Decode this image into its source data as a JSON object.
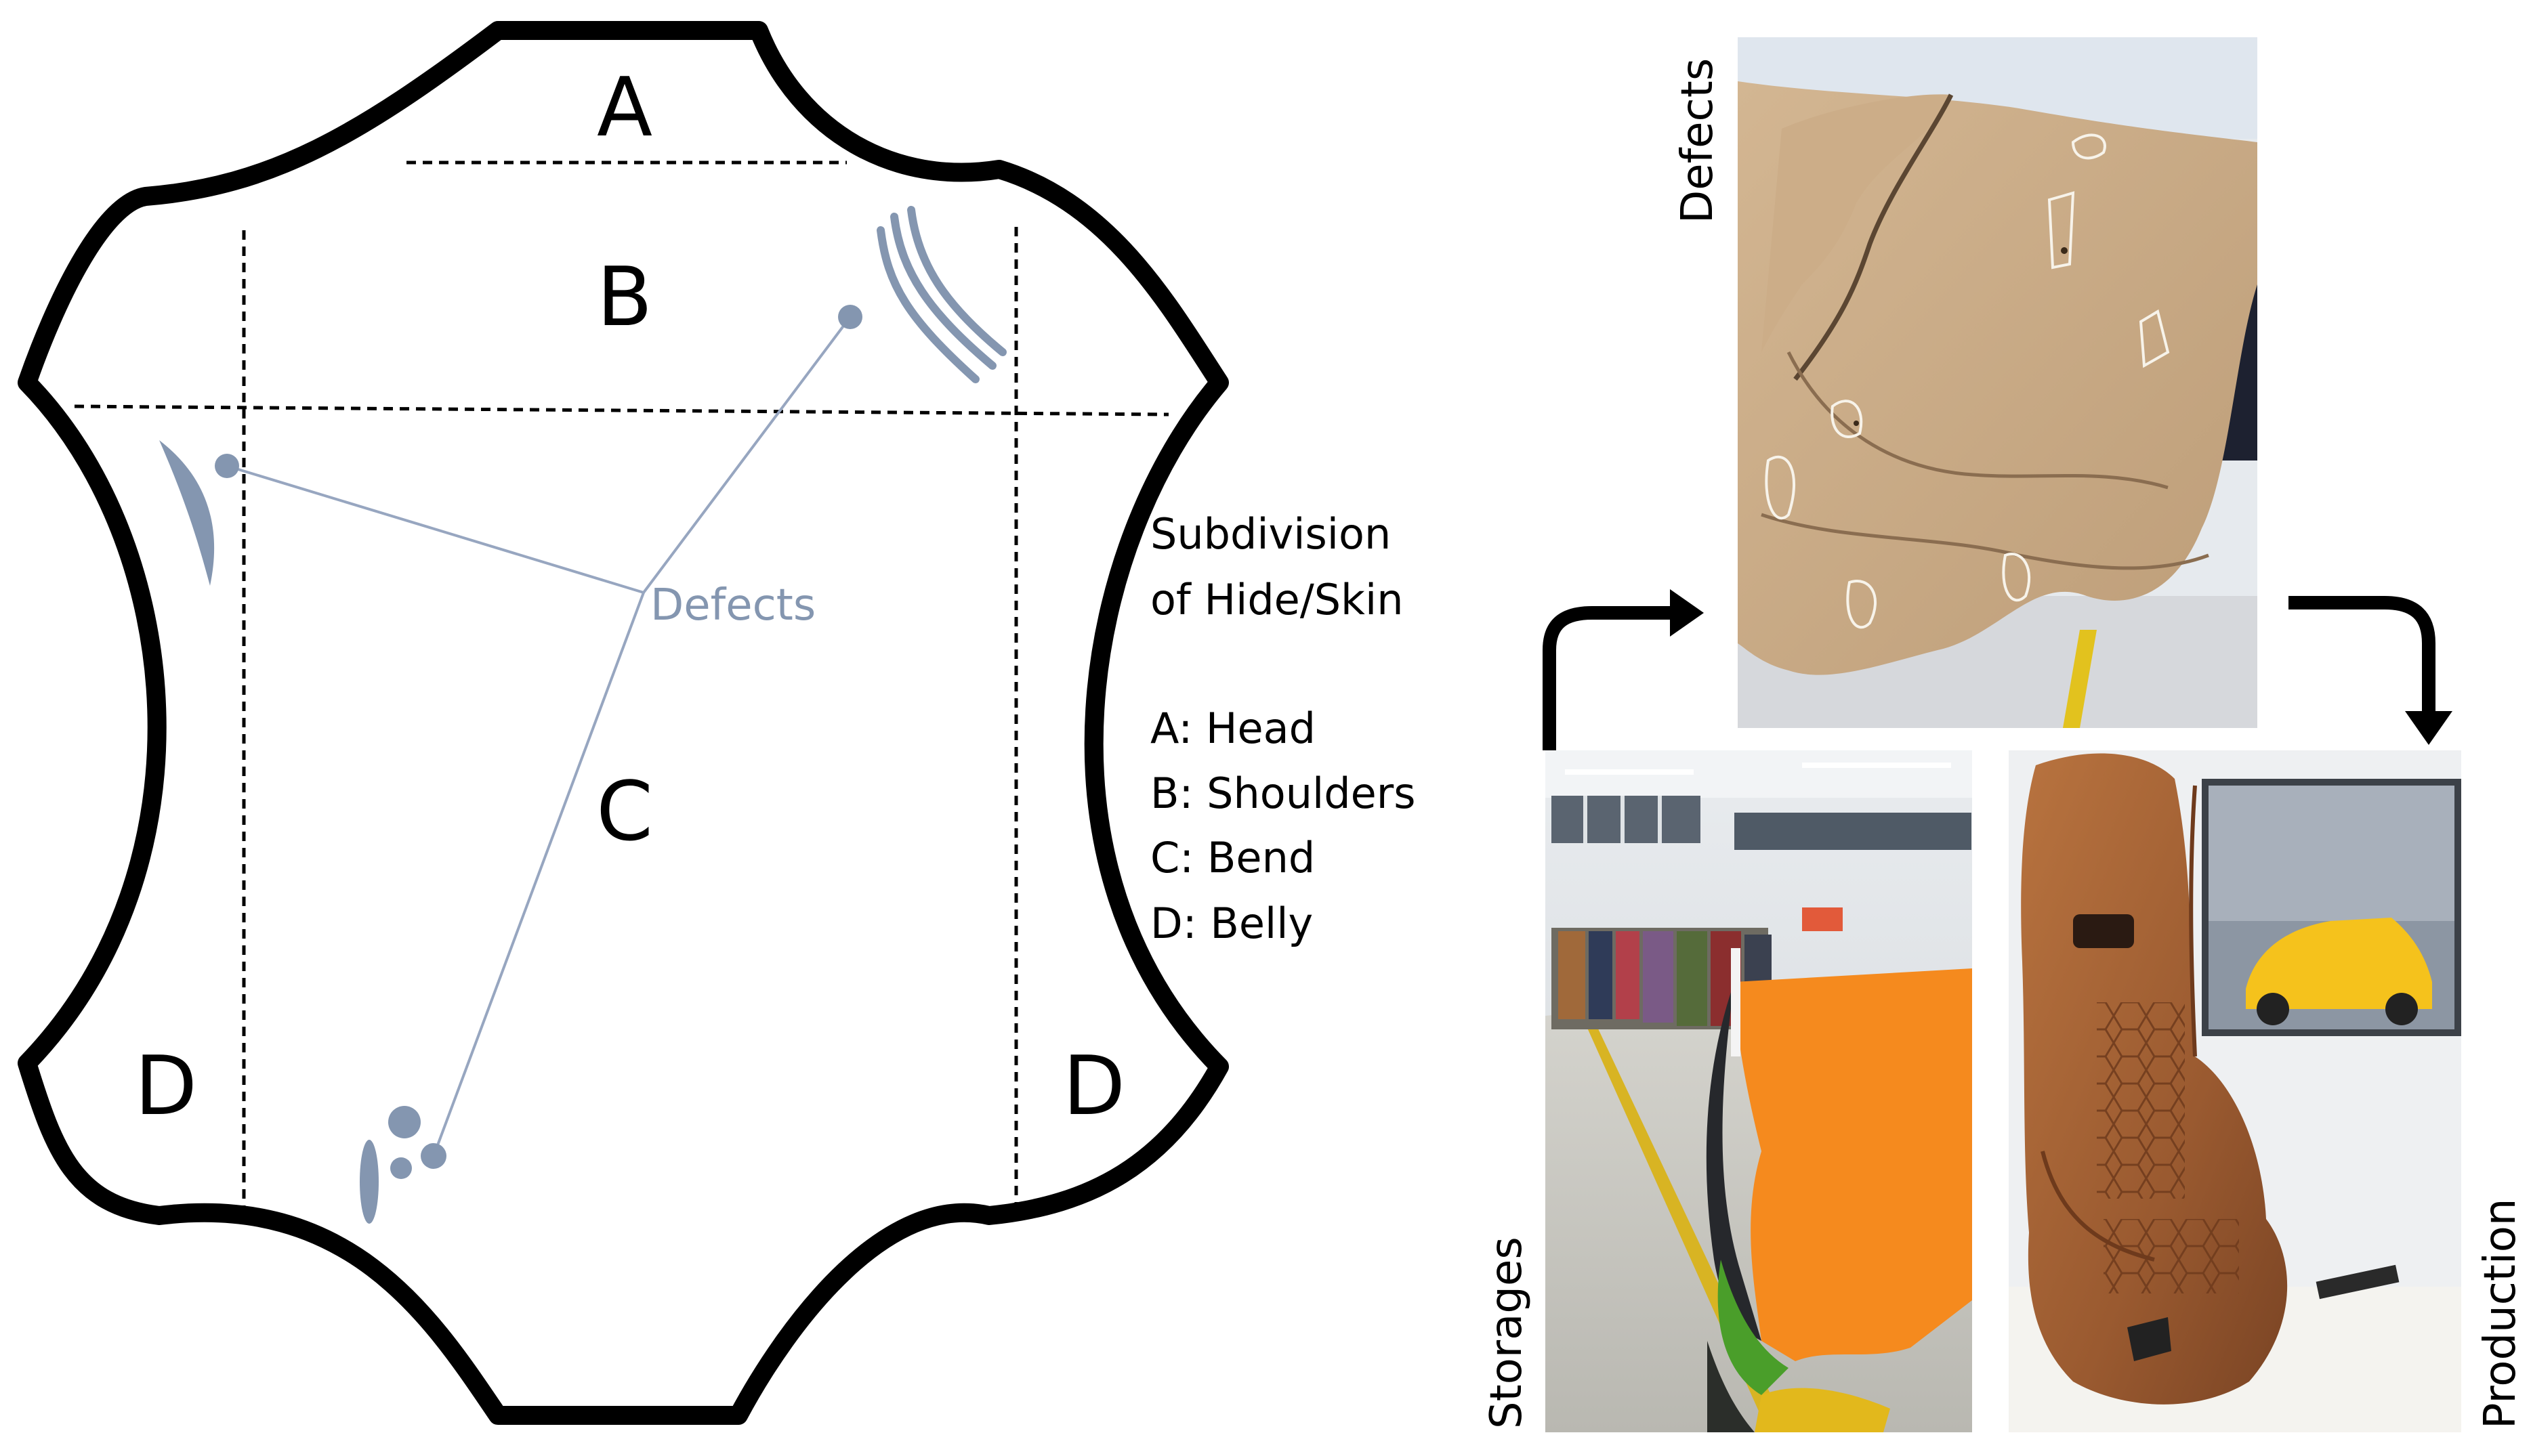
{
  "hide": {
    "zones": {
      "a": "A",
      "b": "B",
      "c": "C",
      "d_left": "D",
      "d_right": "D"
    },
    "defects_label": "Defects"
  },
  "legend": {
    "title_line1": "Subdivision",
    "title_line2": "of Hide/Skin",
    "items": [
      "A: Head",
      "B: Shoulders",
      "C: Bend",
      "D: Belly"
    ]
  },
  "photos": {
    "defects": {
      "label": "Defects"
    },
    "storages": {
      "label": "Storages"
    },
    "production": {
      "label": "Production"
    }
  },
  "colors": {
    "outline": "#000000",
    "defect_marker": "#8496b0",
    "defect_line": "#97a6c0",
    "leather_beige": "#c9ab86",
    "orange_leather": "#f58a1e",
    "seat_brown": "#a8653a",
    "car_yellow": "#f5c21c"
  }
}
